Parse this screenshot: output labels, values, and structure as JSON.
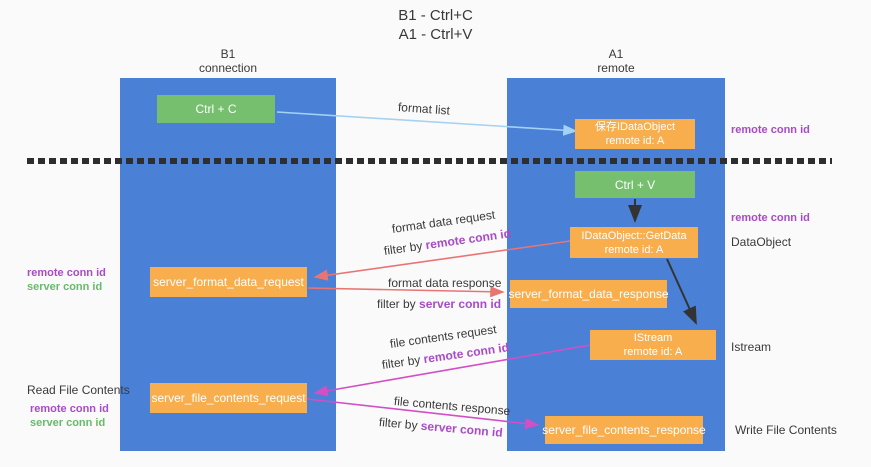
{
  "title": {
    "line1": "B1 - Ctrl+C",
    "line2": "A1 - Ctrl+V"
  },
  "lanes": {
    "left": {
      "name": "B1",
      "role": "connection"
    },
    "right": {
      "name": "A1",
      "role": "remote"
    }
  },
  "boxes": {
    "ctrl_c": "Ctrl + C",
    "ctrl_v": "Ctrl + V",
    "save_dataobject_line1": "保存IDataObject",
    "save_dataobject_line2": "remote id: A",
    "getdata_line1": "IDataObject::GetData",
    "getdata_line2": "remote id: A",
    "istream_line1": "IStream",
    "istream_line2": "remote id: A",
    "server_format_data_request": "server_format_data_request",
    "server_format_data_response": "server_format_data_response",
    "server_file_contents_request": "server_file_contents_request",
    "server_file_contents_response": "server_file_contents_response"
  },
  "arrow_labels": {
    "format_list": "format list",
    "format_data_request": "format data request",
    "format_data_response": "format data response",
    "file_contents_request": "file contents request",
    "file_contents_response": "file contents response",
    "filter_by": "filter by",
    "remote_conn_id": "remote conn id",
    "server_conn_id": "server conn id"
  },
  "side_labels": {
    "remote_conn_id": "remote conn id",
    "server_conn_id": "server conn id",
    "dataobject": "DataObject",
    "istream": "Istream",
    "read_file_contents": "Read File Contents",
    "write_file_contents": "Write File Contents"
  },
  "colors": {
    "lane_blue": "#4a80d6",
    "box_orange": "#f9ae4e",
    "box_green": "#76bf6e",
    "purple_text": "#a94bc8",
    "green_text": "#67bb6b",
    "arrow_light_blue": "#a4d2f4",
    "arrow_red": "#e97573",
    "arrow_magenta": "#d24fc6",
    "arrow_black": "#333333",
    "background": "#fafafa"
  }
}
